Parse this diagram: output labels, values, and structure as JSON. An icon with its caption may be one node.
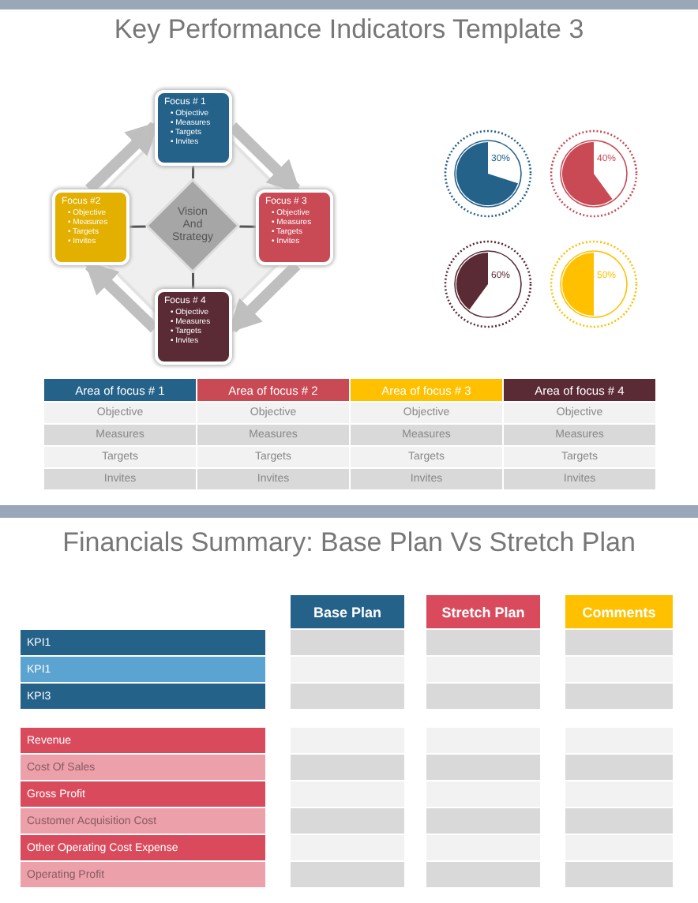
{
  "diagram": {
    "title": "Key Performance Indicators Template 3",
    "nodes": [
      {
        "text": [
          "Focus # 1",
          "• Objective",
          "• Measures",
          "• Targets",
          "• Invites"
        ]
      },
      {
        "text": [
          "Focus #2",
          "• Objective",
          "• Measures",
          "• Targets",
          "• Invites"
        ]
      },
      {
        "text": [
          "Vision And Strategy"
        ]
      },
      {
        "text": [
          "Focus # 3",
          "• Objective",
          "• Measures",
          "• Targets",
          "• Invites"
        ]
      },
      {
        "text": [
          "Focus # 4",
          "• Objective",
          "• Measures",
          "• Targets",
          "• Invites"
        ]
      }
    ],
    "edges": [
      {
        "from": 2,
        "to": 0,
        "arrow": "none"
      },
      {
        "from": 2,
        "to": 1,
        "arrow": "none"
      },
      {
        "from": 2,
        "to": 3,
        "arrow": "none"
      },
      {
        "from": 2,
        "to": 4,
        "arrow": "none"
      },
      {
        "from": 0,
        "to": 3,
        "arrow": "to",
        "style": "thick",
        "color": "#bfbfbf"
      },
      {
        "from": 3,
        "to": 4,
        "arrow": "to",
        "style": "thick",
        "color": "#bfbfbf"
      },
      {
        "from": 4,
        "to": 1,
        "arrow": "to",
        "style": "thick",
        "color": "#bfbfbf"
      },
      {
        "from": 1,
        "to": 0,
        "arrow": "to",
        "style": "thick",
        "color": "#bfbfbf"
      }
    ],
    "labels": [
      "30%",
      "40%",
      "60%",
      "50%",
      "Area of focus # 1",
      "Area of focus # 2",
      "Area of focus # 3",
      "Area of focus # 4",
      "Objective",
      "Objective",
      "Objective",
      "Objective",
      "Measures",
      "Measures",
      "Measures",
      "Measures",
      "Targets",
      "Targets",
      "Targets",
      "Targets",
      "Invites",
      "Invites",
      "Invites",
      "Invites",
      "Financials Summary: Base Plan Vs Stretch Plan",
      "Base Plan",
      "Stretch Plan",
      "Comments",
      "KPI1",
      "KPI1",
      "KPI3",
      "Revenue",
      "Cost Of Sales",
      "Gross Profit",
      "Customer Acquisition Cost",
      "Other Operating Cost Expense",
      "Operating Profit"
    ]
  }
}
